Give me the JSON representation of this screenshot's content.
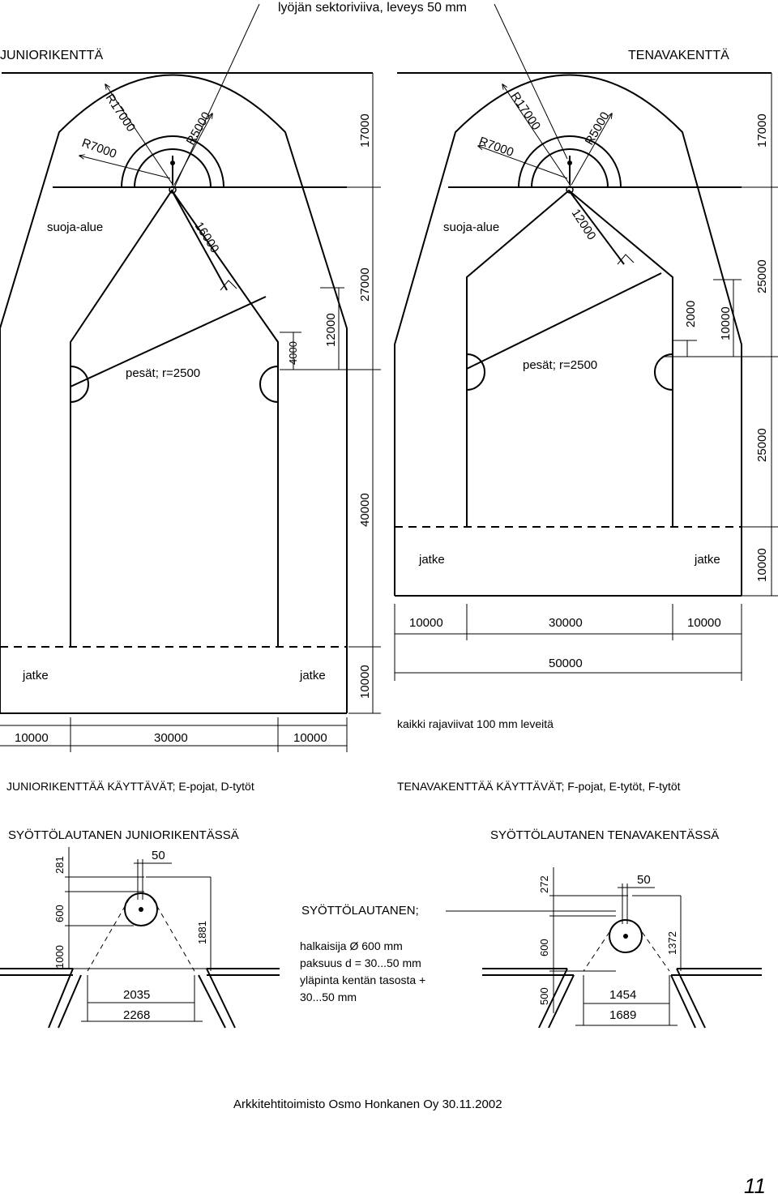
{
  "top_label": "lyöjän sektoriviiva, leveys 50 mm",
  "junior": {
    "title": "JUNIORIKENTTÄ",
    "r17000": "R17000",
    "r7000": "R7000",
    "r5000": "R5000",
    "d16000": "16000",
    "suoja": "suoja-alue",
    "pesat": "pesät; r=2500",
    "jatke_left": "jatke",
    "jatke_right": "jatke",
    "dim_17000": "17000",
    "dim_27000": "27000",
    "dim_12000": "12000",
    "dim_4000": "4000",
    "dim_40000": "40000",
    "dim_10000v": "10000",
    "bottom": [
      "10000",
      "30000",
      "10000"
    ],
    "usage": "JUNIORIKENTTÄÄ KÄYTTÄVÄT; E-pojat, D-tytöt"
  },
  "tenava": {
    "title": "TENAVAKENTTÄ",
    "r17000": "R17000",
    "r7000": "R7000",
    "r5000": "R5000",
    "d12000": "12000",
    "suoja": "suoja-alue",
    "pesat": "pesät; r=2500",
    "jatke_left": "jatke",
    "jatke_right": "jatke",
    "dim_17000": "17000",
    "dim_25000a": "25000",
    "dim_2000": "2000",
    "dim_10000a": "10000",
    "dim_25000b": "25000",
    "dim_10000b": "10000",
    "bottom": [
      "10000",
      "30000",
      "10000"
    ],
    "total": "50000",
    "usage": "TENAVAKENTTÄÄ KÄYTTÄVÄT; F-pojat, E-tytöt, F-tytöt"
  },
  "note": "kaikki rajaviivat 100 mm leveitä",
  "plate_junior": {
    "title": "SYÖTTÖLAUTANEN JUNIORIKENTÄSSÄ",
    "d281": "281",
    "d50": "50",
    "d600": "600",
    "d1000": "1000",
    "d1881": "1881",
    "d2035": "2035",
    "d2268": "2268"
  },
  "plate_info": {
    "title": "SYÖTTÖLAUTANEN;",
    "lines": [
      "halkaisija Ø 600 mm",
      "paksuus d = 30...50 mm",
      "yläpinta kentän tasosta +",
      "30...50 mm"
    ]
  },
  "plate_tenava": {
    "title": "SYÖTTÖLAUTANEN TENAVAKENTÄSSÄ",
    "d272": "272",
    "d50": "50",
    "d600": "600",
    "d500": "500",
    "d1372": "1372",
    "d1454": "1454",
    "d1689": "1689"
  },
  "footer": "Arkkitehtitoimisto Osmo Honkanen Oy  30.11.2002",
  "page_number": "11"
}
